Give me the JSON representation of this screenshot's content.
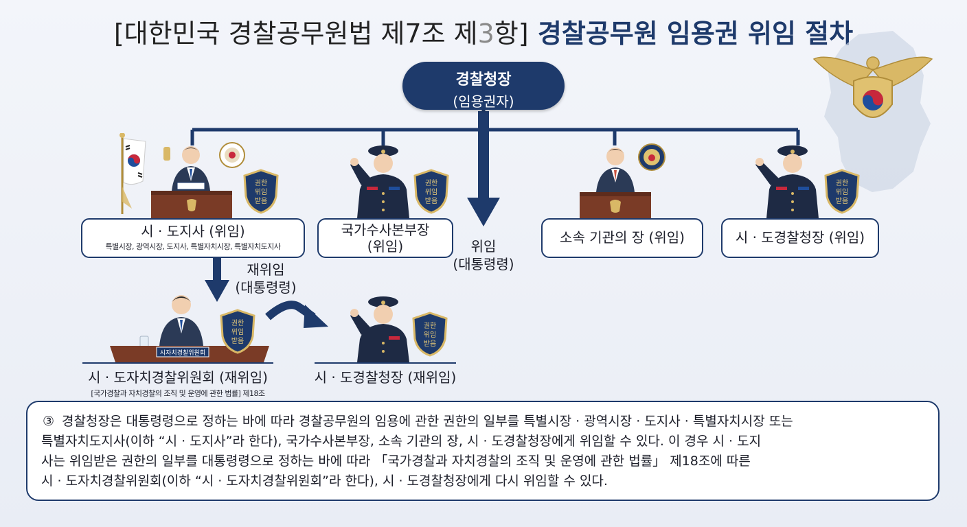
{
  "title": {
    "part1": "[대한민국 경찰공무원법 제7조 제",
    "part2": "3",
    "part3": "항]",
    "part4": " 경찰공무원 임용권 위임 절차"
  },
  "root": {
    "line1": "경찰청장",
    "line2": "(임용권자)"
  },
  "delegates": {
    "governor": {
      "label": "시 · 도지사 (위임)",
      "sub": "특별시장, 광역시장, 도지사, 특별자치시장, 특별자치도지사"
    },
    "nbi": {
      "line1": "국가수사본부장",
      "line2": "(위임)"
    },
    "agency": {
      "label": "소속 기관의 장 (위임)"
    },
    "provincial_police": {
      "label": "시 · 도경찰청장 (위임)"
    }
  },
  "center_arrow": {
    "line1": "위임",
    "line2": "(대통령령)"
  },
  "redelegation": {
    "line1": "재위임",
    "line2": "(대통령령)"
  },
  "second_level": {
    "committee": {
      "label": "시 · 도자치경찰위원회 (재위임)",
      "sub": "[국가경찰과 자치경찰의 조직 및 운영에 관한 법률] 제18조"
    },
    "police": {
      "label": "시 · 도경찰청장 (재위임)"
    }
  },
  "badges": {
    "line1": "권한",
    "line2": "위임",
    "line3": "받음"
  },
  "nameplate": "시자치경찰위원회",
  "law_text": {
    "number": "③",
    "line1": "경찰청장은 대통령령으로 정하는 바에 따라 경찰공무원의 임용에 관한 권한의 일부를 특별시장 · 광역시장 · 도지사 · 특별자치시장 또는",
    "line2": "특별자치도지사(이하 “시 · 도지사”라 한다), 국가수사본부장, 소속 기관의 장, 시 · 도경찰청장에게 위임할 수 있다. 이 경우 시 · 도지",
    "line3": "사는 위임받은 권한의 일부를 대통령령으로 정하는 바에 따라 「국가경찰과 자치경찰의 조직 및 운영에 관한 법률」 제18조에 따른",
    "line4": "시 · 도자치경찰위원회(이하 “시 · 도자치경찰위원회”라 한다), 시 · 도경찰청장에게 다시 위임할 수 있다."
  },
  "colors": {
    "navy": "#1e3a6b",
    "gold": "#c9a44a",
    "red": "#c8283c",
    "blue": "#1f4e9c"
  },
  "icons": [
    "korea-map-icon",
    "police-emblem-icon",
    "official-person-icon",
    "saluting-officer-icon",
    "delegation-shield-icon",
    "korean-flag-icon",
    "government-seal-icon",
    "police-seal-icon"
  ]
}
